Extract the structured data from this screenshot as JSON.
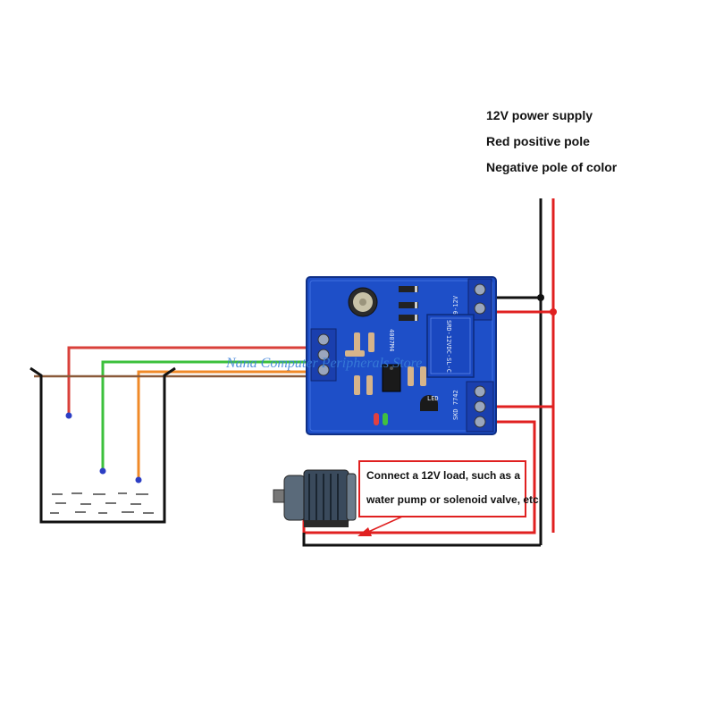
{
  "power_labels": {
    "line1": "12V power supply",
    "line2": "Red positive pole",
    "line3": "Negative pole of color"
  },
  "callout": {
    "line1": "Connect a 12V load, such as a",
    "line2": "water pump or solenoid valve, etc"
  },
  "watermark": "Nana Computer Peripherals Store",
  "board_silk": {
    "input_terminal": "9-12V",
    "relay_marking": "SRD-12VDC-SL-C",
    "diode_marking": "4007M4",
    "output_terminal": "SKD 7742",
    "led_marking": "LED"
  },
  "colors": {
    "positive_wire": "#e02020",
    "negative_wire": "#111111",
    "probe_red": "#d9403a",
    "probe_green": "#3cc03c",
    "probe_orange": "#f08a28",
    "probe_brown": "#8a5a3a",
    "board": "#1e4fc8",
    "relay": "#1a48c0"
  }
}
